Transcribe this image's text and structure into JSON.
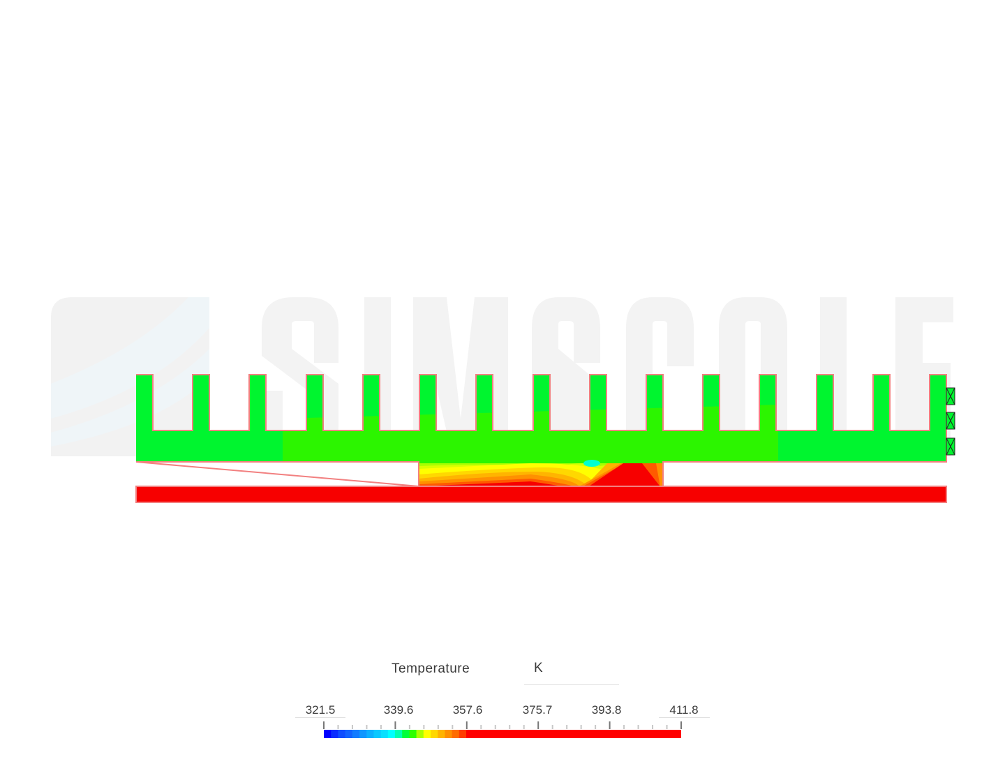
{
  "viewer": {
    "watermark": "SIMSCALE",
    "geometry": "heat-sink-2d-section",
    "fin_count": 15
  },
  "legend": {
    "title": "Temperature",
    "unit": "K",
    "ticks": [
      "321.5",
      "339.6",
      "357.6",
      "375.7",
      "393.8",
      "411.8"
    ],
    "min": 321.5,
    "max": 411.8,
    "colors": [
      "#0000ff",
      "#0a2cff",
      "#0f4dff",
      "#1263ff",
      "#137cff",
      "#0f96ff",
      "#0cb0ff",
      "#0ac8ff",
      "#08e0ff",
      "#00ffff",
      "#00ffb0",
      "#00ff3a",
      "#2cff00",
      "#a8ff00",
      "#ffff00",
      "#ffd800",
      "#ffb400",
      "#ff9000",
      "#ff6c00",
      "#ff3c00",
      "#ff0000"
    ]
  },
  "chart_data": {
    "type": "heatmap",
    "title": "Temperature",
    "colorbar_label": "Temperature [K]",
    "range": [
      321.5,
      411.8
    ],
    "colorbar_ticks": [
      321.5,
      339.6,
      357.6,
      375.7,
      393.8,
      411.8
    ],
    "regions": [
      {
        "name": "fins-left",
        "approx_value": 355
      },
      {
        "name": "fins-center",
        "approx_value": 358
      },
      {
        "name": "fins-right",
        "approx_value": 355
      },
      {
        "name": "interface-gradient",
        "approx_range": [
          345,
          411.8
        ]
      },
      {
        "name": "base-plate",
        "approx_value": 411.8
      }
    ]
  }
}
